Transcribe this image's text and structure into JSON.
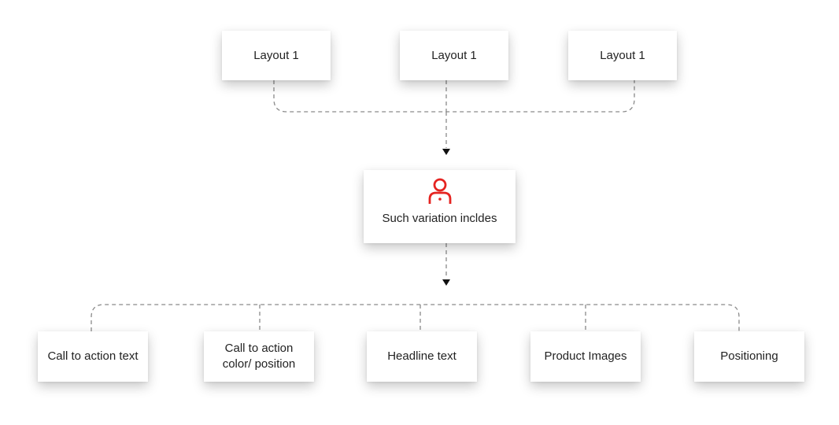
{
  "diagram": {
    "accent_color": "#e52421",
    "line_color": "#8a8a8a",
    "top_layouts": [
      {
        "label": "Layout 1"
      },
      {
        "label": "Layout 1"
      },
      {
        "label": "Layout 1"
      }
    ],
    "center": {
      "icon": "person-icon",
      "label": "Such variation incldes"
    },
    "variations": [
      {
        "label": "Call to action text"
      },
      {
        "label": "Call to action color/ position"
      },
      {
        "label": "Headline text"
      },
      {
        "label": "Product Images"
      },
      {
        "label": "Positioning"
      }
    ]
  }
}
